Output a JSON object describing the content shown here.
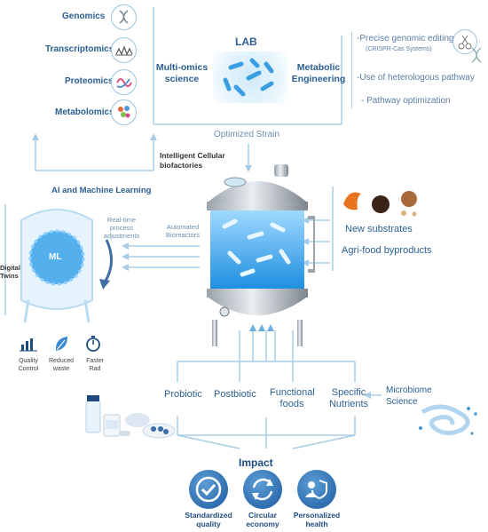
{
  "omics": {
    "items": [
      {
        "label": "Genomics",
        "icon": "dna-icon"
      },
      {
        "label": "Transcriptomics",
        "icon": "transcript-icon"
      },
      {
        "label": "Proteomics",
        "icon": "protein-icon"
      },
      {
        "label": "Metabolomics",
        "icon": "metabolite-icon"
      }
    ],
    "science_label": "Multi-omics science"
  },
  "lab": {
    "title": "LAB",
    "engineering_label": "Metabolic Engineering",
    "bullets": [
      "-Precise genomic editing",
      "(CRISPR-Cas Systems)",
      "-Use of heterologous pathway",
      "- Pathway optimization"
    ]
  },
  "optimized_strain": "Optimized Strain",
  "ai_label": "AI and Machine Learning",
  "bioreactor_label": "Intelligent Cellular biofactories",
  "automated_label": "Automated Bioreactors",
  "realtime_label": "Real-time process adjustments",
  "digital_twins": {
    "label": "Digital Twins",
    "chip_text": "ML"
  },
  "benefits": [
    {
      "label": "Quality Control",
      "icon": "chart-icon"
    },
    {
      "label": "Reduced waste",
      "icon": "leaf-icon"
    },
    {
      "label": "Faster Rad",
      "icon": "stopwatch-icon"
    }
  ],
  "substrates": {
    "new": "New substrates",
    "agri": "Agri-food byproducts"
  },
  "products": [
    "Probiotic",
    "Postbiotic",
    "Functional foods",
    "Specific Nutrients"
  ],
  "microbiome": "Microbiome Science",
  "impact": {
    "title": "Impact",
    "items": [
      {
        "label": "Standardized quality",
        "icon": "check-icon"
      },
      {
        "label": "Circular economy",
        "icon": "recycle-icon"
      },
      {
        "label": "Personalized health",
        "icon": "people-shield-icon"
      }
    ]
  },
  "colors": {
    "line": "#a8cde6",
    "text": "#2b5f93",
    "impact": "#1b5aa0"
  }
}
